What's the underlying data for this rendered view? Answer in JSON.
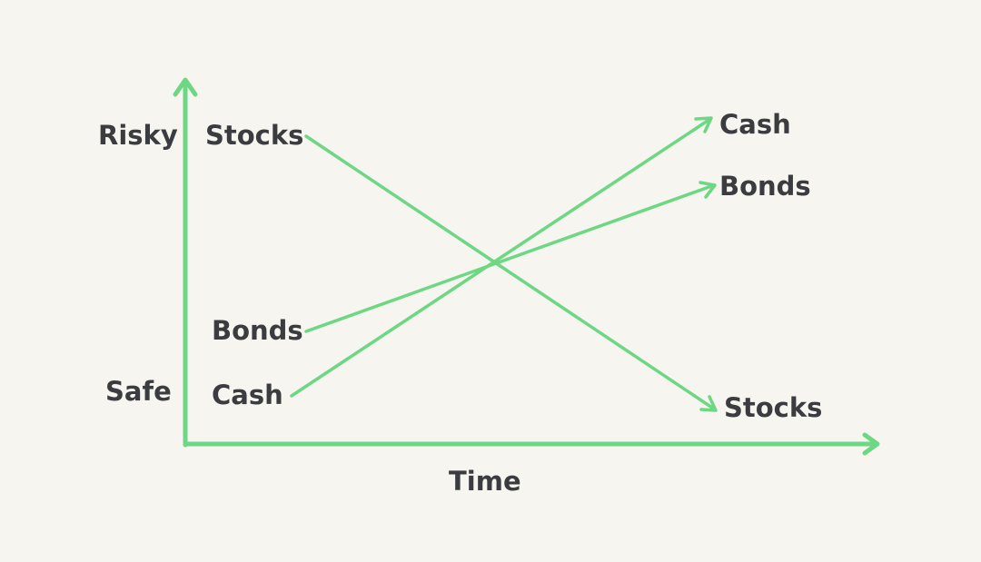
{
  "colors": {
    "background": "#f6f5f0",
    "line": "#6dd783",
    "text": "#3b3c3f"
  },
  "axes": {
    "y_top_label": "Risky",
    "y_bottom_label": "Safe",
    "x_label": "Time"
  },
  "start_labels": {
    "stocks": "Stocks",
    "bonds": "Bonds",
    "cash": "Cash"
  },
  "end_labels": {
    "cash": "Cash",
    "bonds": "Bonds",
    "stocks": "Stocks"
  }
}
